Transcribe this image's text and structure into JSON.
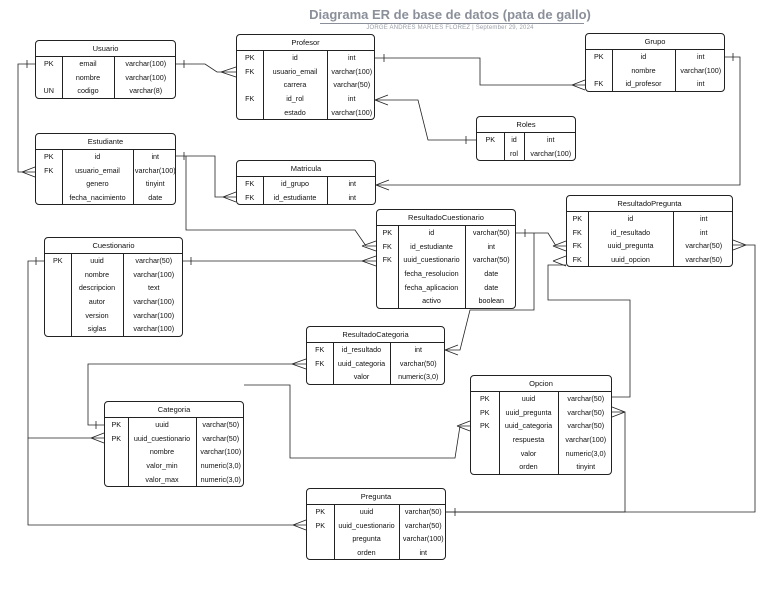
{
  "header": {
    "title": "Diagrama ER de base de datos (pata de gallo)",
    "subtitle": "JORGE ANDRES MARLES FLOREZ  |  September 29, 2024"
  },
  "colors": {
    "title": "#8a8f99",
    "line": "#222222"
  },
  "entities": [
    {
      "id": "usuario",
      "name": "Usuario",
      "rows": [
        {
          "key": "PK",
          "field": "email",
          "type": "varchar(100)"
        },
        {
          "key": "",
          "field": "nombre",
          "type": "varchar(100)"
        },
        {
          "key": "UN",
          "field": "codigo",
          "type": "varchar(8)"
        }
      ]
    },
    {
      "id": "profesor",
      "name": "Profesor",
      "rows": [
        {
          "key": "PK",
          "field": "id",
          "type": "int"
        },
        {
          "key": "FK",
          "field": "usuario_email",
          "type": "varchar(100)"
        },
        {
          "key": "",
          "field": "carrera",
          "type": "varchar(50)"
        },
        {
          "key": "FK",
          "field": "id_rol",
          "type": "int"
        },
        {
          "key": "",
          "field": "estado",
          "type": "varchar(100)"
        }
      ]
    },
    {
      "id": "grupo",
      "name": "Grupo",
      "rows": [
        {
          "key": "PK",
          "field": "id",
          "type": "int"
        },
        {
          "key": "",
          "field": "nombre",
          "type": "varchar(100)"
        },
        {
          "key": "FK",
          "field": "id_profesor",
          "type": "int"
        }
      ]
    },
    {
      "id": "roles",
      "name": "Roles",
      "rows": [
        {
          "key": "PK",
          "field": "id",
          "type": "int"
        },
        {
          "key": "",
          "field": "rol",
          "type": "varchar(100)"
        }
      ]
    },
    {
      "id": "estudiante",
      "name": "Estudiante",
      "rows": [
        {
          "key": "PK",
          "field": "id",
          "type": "int"
        },
        {
          "key": "FK",
          "field": "usuario_email",
          "type": "varchar(100)"
        },
        {
          "key": "",
          "field": "genero",
          "type": "tinyint"
        },
        {
          "key": "",
          "field": "fecha_nacimiento",
          "type": "date"
        }
      ]
    },
    {
      "id": "matricula",
      "name": "Matricula",
      "rows": [
        {
          "key": "FK",
          "field": "id_grupo",
          "type": "int"
        },
        {
          "key": "FK",
          "field": "id_estudiante",
          "type": "int"
        }
      ]
    },
    {
      "id": "resultadoCuestionario",
      "name": "ResultadoCuestionario",
      "rows": [
        {
          "key": "PK",
          "field": "id",
          "type": "varchar(50)"
        },
        {
          "key": "FK",
          "field": "id_estudiante",
          "type": "int"
        },
        {
          "key": "FK",
          "field": "uuid_cuestionario",
          "type": "varchar(50)"
        },
        {
          "key": "",
          "field": "fecha_resolucion",
          "type": "date"
        },
        {
          "key": "",
          "field": "fecha_aplicacion",
          "type": "date"
        },
        {
          "key": "",
          "field": "activo",
          "type": "boolean"
        }
      ]
    },
    {
      "id": "resultadoPregunta",
      "name": "ResultadoPregunta",
      "rows": [
        {
          "key": "PK",
          "field": "id",
          "type": "int"
        },
        {
          "key": "FK",
          "field": "id_resultado",
          "type": "int"
        },
        {
          "key": "FK",
          "field": "uuid_pregunta",
          "type": "varchar(50)"
        },
        {
          "key": "FK",
          "field": "uuid_opcion",
          "type": "varchar(50)"
        }
      ]
    },
    {
      "id": "cuestionario",
      "name": "Cuestionario",
      "rows": [
        {
          "key": "PK",
          "field": "uuid",
          "type": "varchar(50)"
        },
        {
          "key": "",
          "field": "nombre",
          "type": "varchar(100)"
        },
        {
          "key": "",
          "field": "descripcion",
          "type": "text"
        },
        {
          "key": "",
          "field": "autor",
          "type": "varchar(100)"
        },
        {
          "key": "",
          "field": "version",
          "type": "varchar(100)"
        },
        {
          "key": "",
          "field": "siglas",
          "type": "varchar(100)"
        }
      ]
    },
    {
      "id": "resultadoCategoria",
      "name": "ResultadoCategoria",
      "rows": [
        {
          "key": "FK",
          "field": "id_resultado",
          "type": "int"
        },
        {
          "key": "FK",
          "field": "uuid_categoria",
          "type": "varchar(50)"
        },
        {
          "key": "",
          "field": "valor",
          "type": "numeric(3,0)"
        }
      ]
    },
    {
      "id": "opcion",
      "name": "Opcion",
      "rows": [
        {
          "key": "PK",
          "field": "uuid",
          "type": "varchar(50)"
        },
        {
          "key": "PK",
          "field": "uuid_pregunta",
          "type": "varchar(50)"
        },
        {
          "key": "PK",
          "field": "uuid_categoria",
          "type": "varchar(50)"
        },
        {
          "key": "",
          "field": "respuesta",
          "type": "varchar(100)"
        },
        {
          "key": "",
          "field": "valor",
          "type": "numeric(3,0)"
        },
        {
          "key": "",
          "field": "orden",
          "type": "tinyint"
        }
      ]
    },
    {
      "id": "categoria",
      "name": "Categoria",
      "rows": [
        {
          "key": "PK",
          "field": "uuid",
          "type": "varchar(50)"
        },
        {
          "key": "PK",
          "field": "uuid_cuestionario",
          "type": "varchar(50)"
        },
        {
          "key": "",
          "field": "nombre",
          "type": "varchar(100)"
        },
        {
          "key": "",
          "field": "valor_min",
          "type": "numeric(3,0)"
        },
        {
          "key": "",
          "field": "valor_max",
          "type": "numeric(3,0)"
        }
      ]
    },
    {
      "id": "pregunta",
      "name": "Pregunta",
      "rows": [
        {
          "key": "PK",
          "field": "uuid",
          "type": "varchar(50)"
        },
        {
          "key": "PK",
          "field": "uuid_cuestionario",
          "type": "varchar(50)"
        },
        {
          "key": "",
          "field": "pregunta",
          "type": "varchar(100)"
        },
        {
          "key": "",
          "field": "orden",
          "type": "int"
        }
      ]
    }
  ]
}
